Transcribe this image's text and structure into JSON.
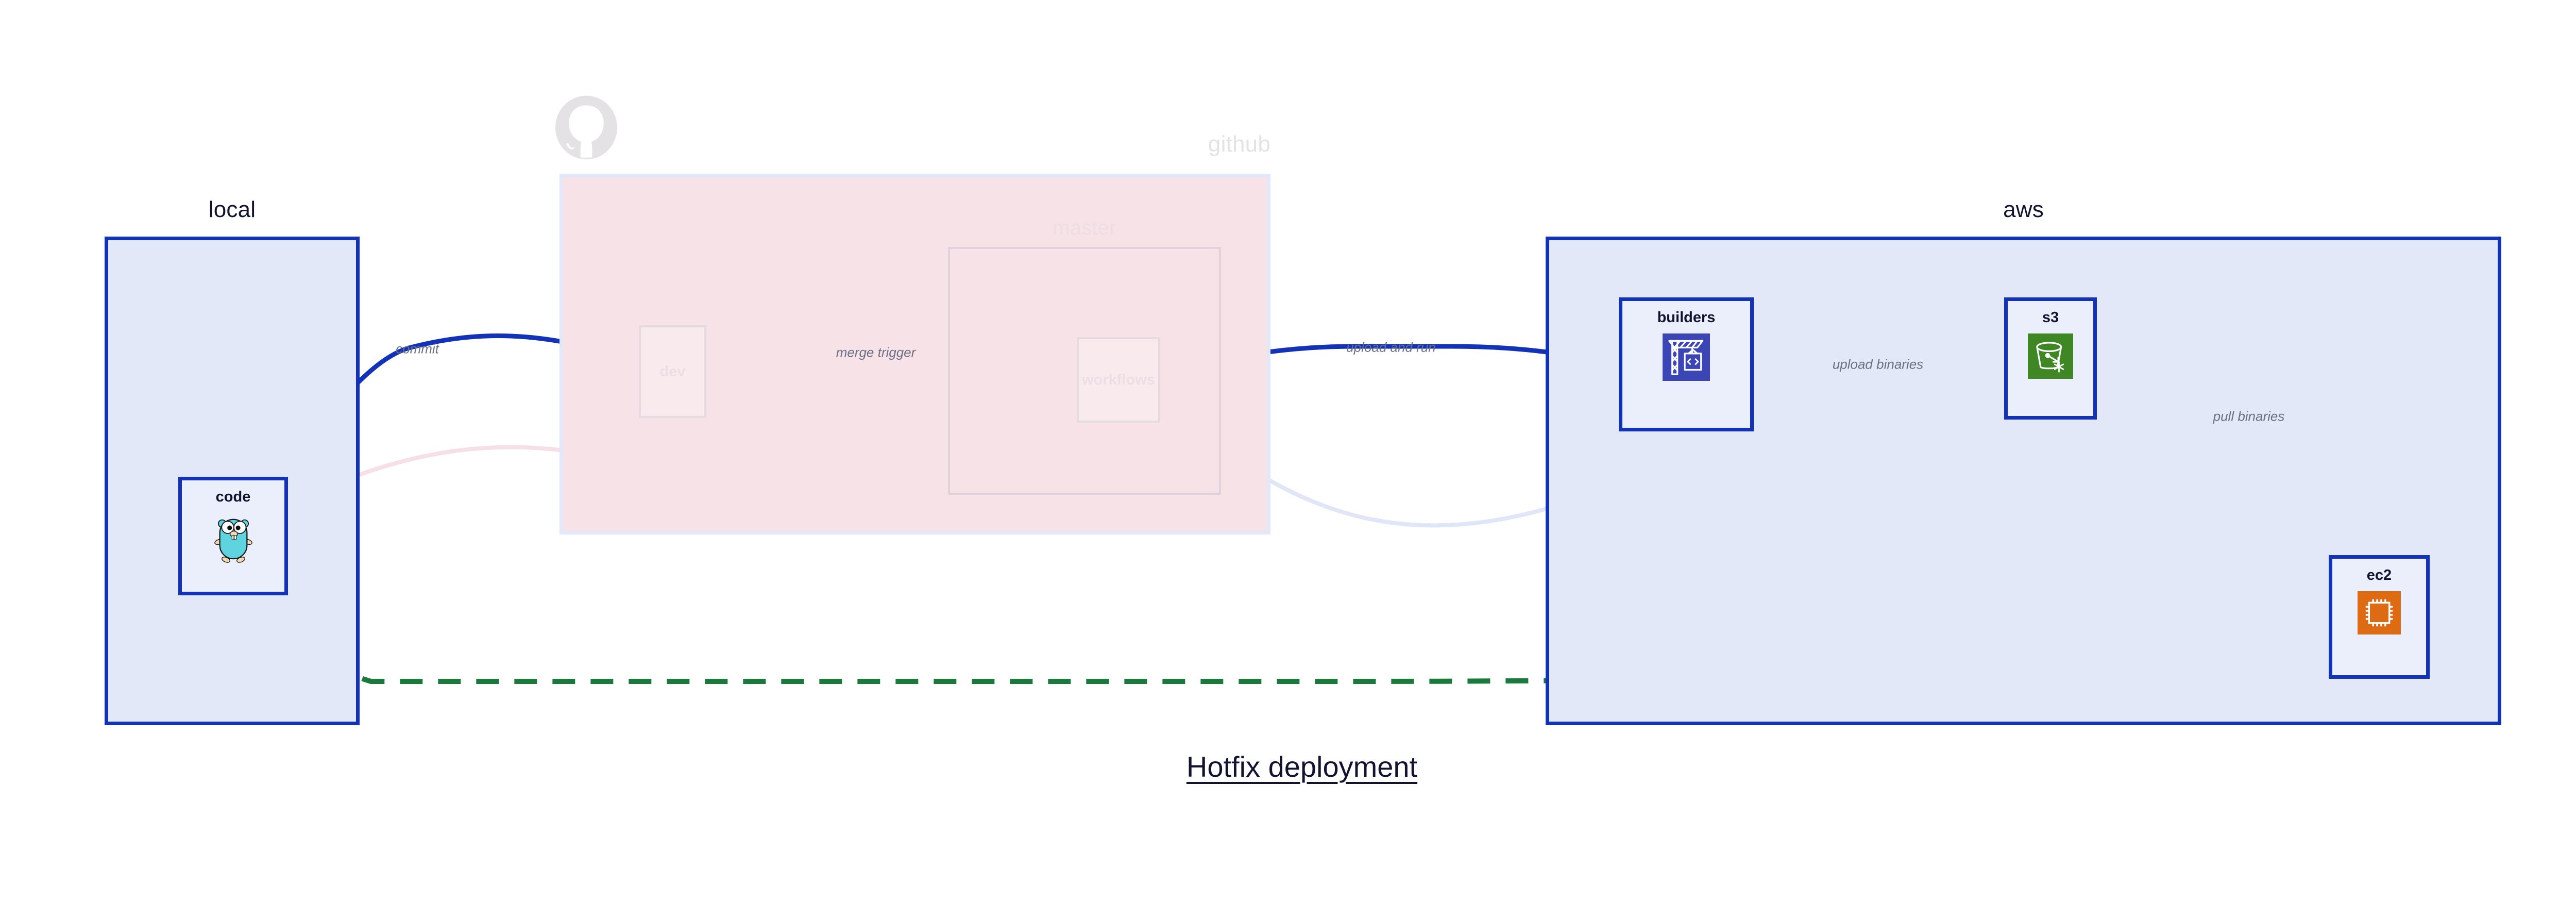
{
  "diagram": {
    "title": "Hotfix deployment",
    "type": "architecture-flow"
  },
  "colors": {
    "primary_blue": "#1232b8",
    "group_blue_fill": "#e2e8f8",
    "group_pink_fill": "#f7e2e8",
    "node_fill": "#eaeffb",
    "edge_blue": "#1232b8",
    "edge_green": "#1a7a3c",
    "edge_ghost_pink": "#f5dde4",
    "edge_ghost_blue": "#dde4f7",
    "label_grey": "#6b7184",
    "text_dark": "#121331",
    "ghost_text": "#ecdee5",
    "github_grey": "#e4e2e4",
    "s3_green": "#3f8624",
    "ec2_orange": "#dd6b13",
    "codebuild_indigo": "#3c45b5",
    "gopher_cyan": "#5fd4de"
  },
  "groups": [
    {
      "id": "local",
      "title": "local",
      "style": "solid-blue",
      "title_align": "center"
    },
    {
      "id": "github",
      "title": "github",
      "style": "faded-pink",
      "title_align": "right",
      "logo": "github-octocat-icon"
    },
    {
      "id": "master",
      "title": "master",
      "style": "faded-nested",
      "title_align": "center"
    },
    {
      "id": "aws",
      "title": "aws",
      "style": "solid-blue",
      "title_align": "center"
    }
  ],
  "nodes": [
    {
      "id": "code",
      "label": "code",
      "group": "local",
      "icon": "go-gopher-icon",
      "state": "active"
    },
    {
      "id": "dev",
      "label": "dev",
      "group": "github",
      "icon": "none",
      "state": "ghost"
    },
    {
      "id": "workflows",
      "label": "workflows",
      "group": "master",
      "icon": "none",
      "state": "ghost"
    },
    {
      "id": "builders",
      "label": "builders",
      "group": "aws",
      "icon": "aws-codebuild-icon",
      "state": "active"
    },
    {
      "id": "s3",
      "label": "s3",
      "group": "aws",
      "icon": "aws-s3-glacier-icon",
      "state": "active"
    },
    {
      "id": "ec2",
      "label": "ec2",
      "group": "aws",
      "icon": "aws-ec2-chip-icon",
      "state": "active"
    }
  ],
  "edges": [
    {
      "id": "commit",
      "from": "code",
      "to": "dev",
      "label": "commit",
      "style": "solid",
      "color": "blue",
      "state": "active"
    },
    {
      "id": "merge-trigger",
      "from": "dev",
      "to": "workflows",
      "label": "merge trigger",
      "style": "solid",
      "color": "blue",
      "state": "active"
    },
    {
      "id": "upload-and-run",
      "from": "workflows",
      "to": "builders",
      "label": "upload and run",
      "style": "solid",
      "color": "blue",
      "state": "active"
    },
    {
      "id": "upload-binaries",
      "from": "builders",
      "to": "s3",
      "label": "upload binaries",
      "style": "solid",
      "color": "blue",
      "state": "active"
    },
    {
      "id": "pull-binaries",
      "from": "s3",
      "to": "ec2",
      "label": "pull binaries",
      "style": "solid",
      "color": "blue",
      "state": "active"
    },
    {
      "id": "direct-deploy",
      "from": "code",
      "to": "ec2",
      "label": "",
      "style": "dashed",
      "color": "green",
      "state": "active"
    },
    {
      "id": "ghost-a",
      "from": "code",
      "to": "dev",
      "label": "",
      "style": "solid",
      "color": "pink",
      "state": "ghost"
    },
    {
      "id": "ghost-b",
      "from": "dev",
      "to": "workflows",
      "label": "",
      "style": "solid",
      "color": "pink",
      "state": "ghost"
    },
    {
      "id": "ghost-c",
      "from": "workflows",
      "to": "builders",
      "label": "",
      "style": "solid",
      "color": "blue-ghost",
      "state": "ghost"
    }
  ]
}
